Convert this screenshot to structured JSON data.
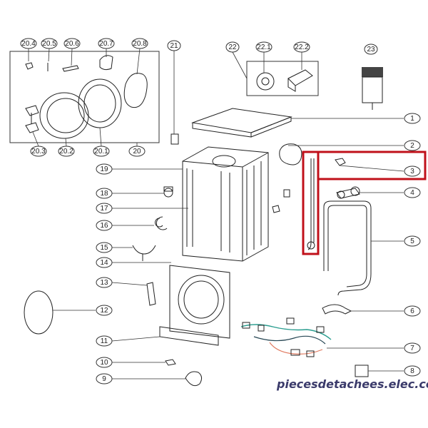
{
  "diagram": {
    "title": "",
    "callouts": {
      "c20_4": "20.4",
      "c20_5": "20.5",
      "c20_6": "20.6",
      "c20_7": "20.7",
      "c20_8": "20.8",
      "c20_3": "20.3",
      "c20_2": "20.2",
      "c20_1": "20.1",
      "c20": "20",
      "c21": "21",
      "c22": "22",
      "c22_1": "22.1",
      "c22_2": "22.2",
      "c23": "23",
      "c1": "1",
      "c2": "2",
      "c3": "3",
      "c4": "4",
      "c5": "5",
      "c6": "6",
      "c7": "7",
      "c8": "8",
      "c9": "9",
      "c10": "10",
      "c11": "11",
      "c12": "12",
      "c13": "13",
      "c14": "14",
      "c15": "15",
      "c16": "16",
      "c17": "17",
      "c18": "18",
      "c19": "19"
    },
    "watermark": "piecesdetachees.elec.com",
    "highlight_color": "#c0101a"
  }
}
